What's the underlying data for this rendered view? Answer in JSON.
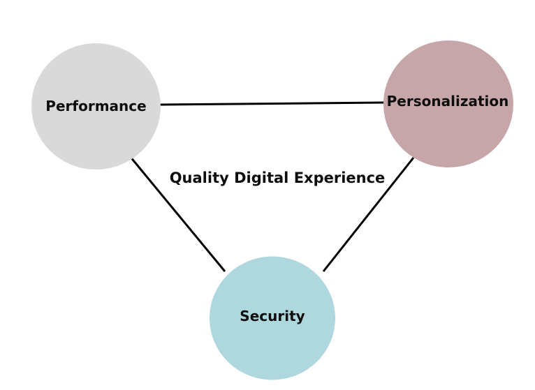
{
  "diagram": {
    "center_label": "Quality Digital Experience",
    "nodes": [
      {
        "id": "performance",
        "label": "Performance",
        "color": "#d9d9d9"
      },
      {
        "id": "personalization",
        "label": "Personalization",
        "color": "#c7a6a9"
      },
      {
        "id": "security",
        "label": "Security",
        "color": "#aed8de"
      }
    ],
    "edge_color": "#000000",
    "text_color": "#0d0d0d",
    "background_color": "#ffffff"
  }
}
